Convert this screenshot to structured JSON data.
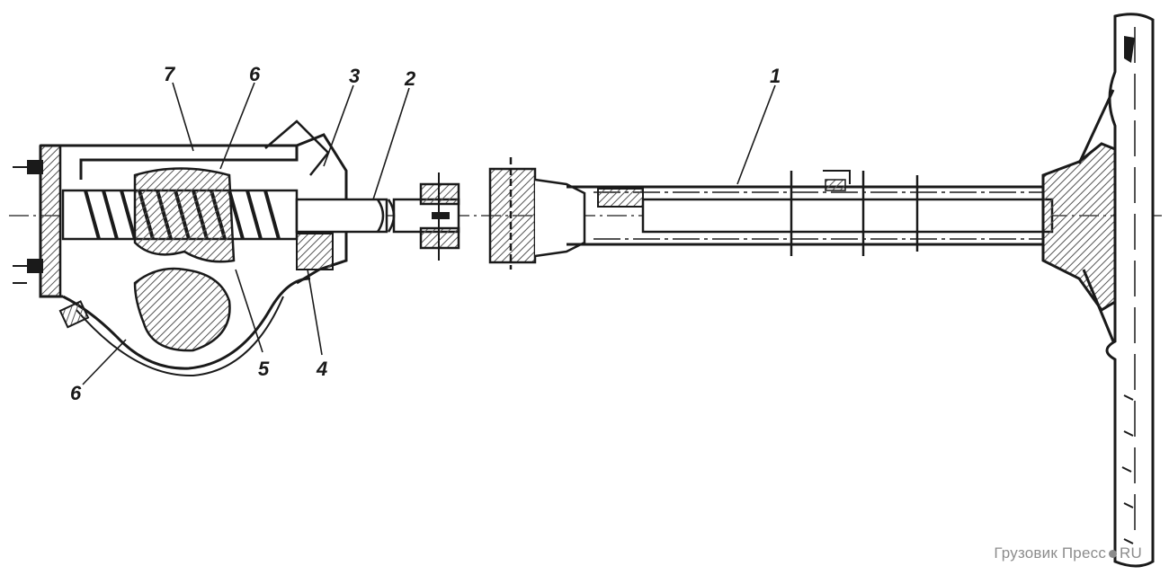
{
  "callouts": {
    "n7": "7",
    "n6_top": "6",
    "n3": "3",
    "n2": "2",
    "n1": "1",
    "n6_bottom": "6",
    "n5": "5",
    "n4": "4"
  },
  "watermark": {
    "name": "Грузовик Пресс",
    "tld": "RU"
  },
  "colors": {
    "ink": "#1a1a1a",
    "hatch": "#555555",
    "paper": "#ffffff",
    "watermark": "#8c8c8c"
  }
}
